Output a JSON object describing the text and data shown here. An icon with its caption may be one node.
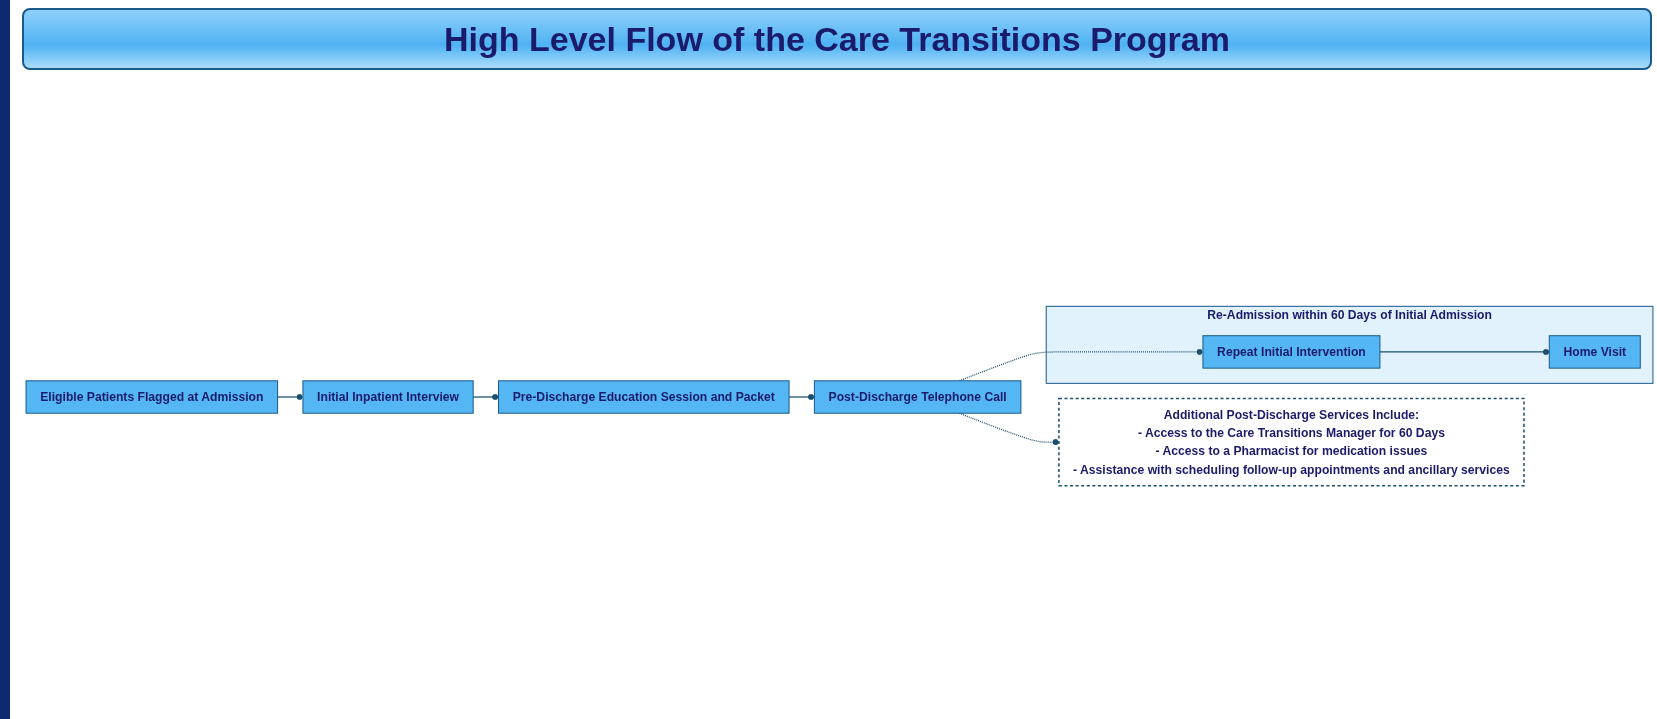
{
  "diagram": {
    "title": "High Level Flow of the Care Transitions Program",
    "nodes": [
      {
        "text": [
          "Eligible Patients Flagged at Admission"
        ]
      },
      {
        "text": [
          "Initial Inpatient Interview"
        ]
      },
      {
        "text": [
          "Pre-Discharge Education Session and Packet"
        ]
      },
      {
        "text": [
          "Post-Discharge Telephone Call"
        ]
      },
      {
        "text": [
          "Re-Admission within 60 Days of Initial Admission"
        ]
      },
      {
        "text": [
          "Repeat Initial Intervention"
        ],
        "in": 4
      },
      {
        "text": [
          "Home Visit"
        ],
        "in": 4
      },
      {
        "text": [
          "Additional Post-Discharge Services Include:",
          "- Access to the Care Transitions Manager for 60 Days",
          "- Access to a Pharmacist for medication issues",
          "- Assistance with scheduling follow-up appointments and ancillary services"
        ]
      }
    ],
    "edges": [
      {
        "from": 0,
        "to": 1,
        "arrow": "other"
      },
      {
        "from": 1,
        "to": 2,
        "arrow": "other"
      },
      {
        "from": 2,
        "to": 3,
        "arrow": "other"
      },
      {
        "from": 3,
        "to": 5,
        "arrow": "other",
        "style": "dashed"
      },
      {
        "from": 5,
        "to": 6,
        "arrow": "other"
      },
      {
        "from": 3,
        "to": 7,
        "arrow": "other",
        "style": "dashed"
      }
    ]
  }
}
